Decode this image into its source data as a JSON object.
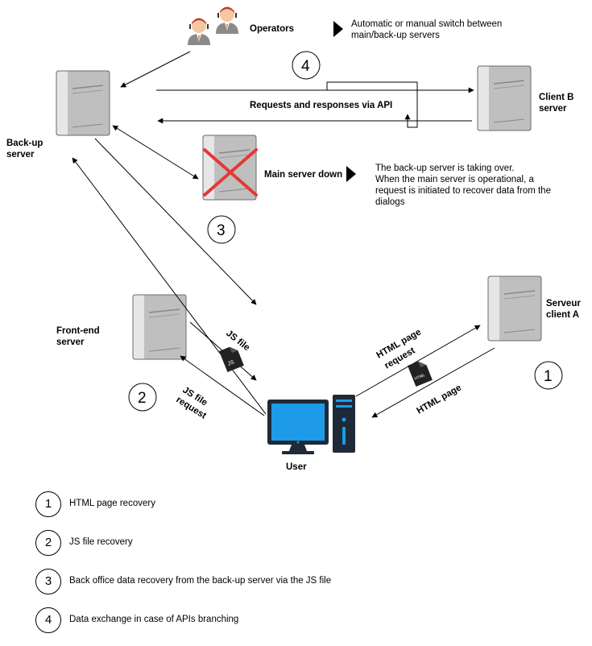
{
  "nodes": {
    "operators": "Operators",
    "backup": [
      "Back-up",
      "server"
    ],
    "client_b": [
      "Client B",
      "server"
    ],
    "main_down": "Main server down",
    "front_end": [
      "Front-end",
      "server"
    ],
    "client_a": [
      "Serveur",
      "client A"
    ],
    "user": "User"
  },
  "notes": {
    "switch": [
      "Automatic or manual switch between",
      "main/back-up servers"
    ],
    "takeover": [
      "The back-up server is taking over.",
      "When the main server is operational, a",
      "request is initiated to recover data from the",
      "dialogs"
    ]
  },
  "edges": {
    "api": "Requests and responses via API",
    "js_file": "JS file",
    "js_request": [
      "JS file",
      "request"
    ],
    "html_request": [
      "HTML page",
      "request"
    ],
    "html_page": "HTML page"
  },
  "file_icons": {
    "js": "JS",
    "html": "HTML"
  },
  "step_markers": {
    "one": "1",
    "two": "2",
    "three": "3",
    "four": "4"
  },
  "legend": [
    {
      "num": "1",
      "text": "HTML page recovery"
    },
    {
      "num": "2",
      "text": "JS file recovery"
    },
    {
      "num": "3",
      "text": "Back office data recovery from the back-up server via the JS file"
    },
    {
      "num": "4",
      "text": "Data exchange in case of APIs branching"
    }
  ]
}
